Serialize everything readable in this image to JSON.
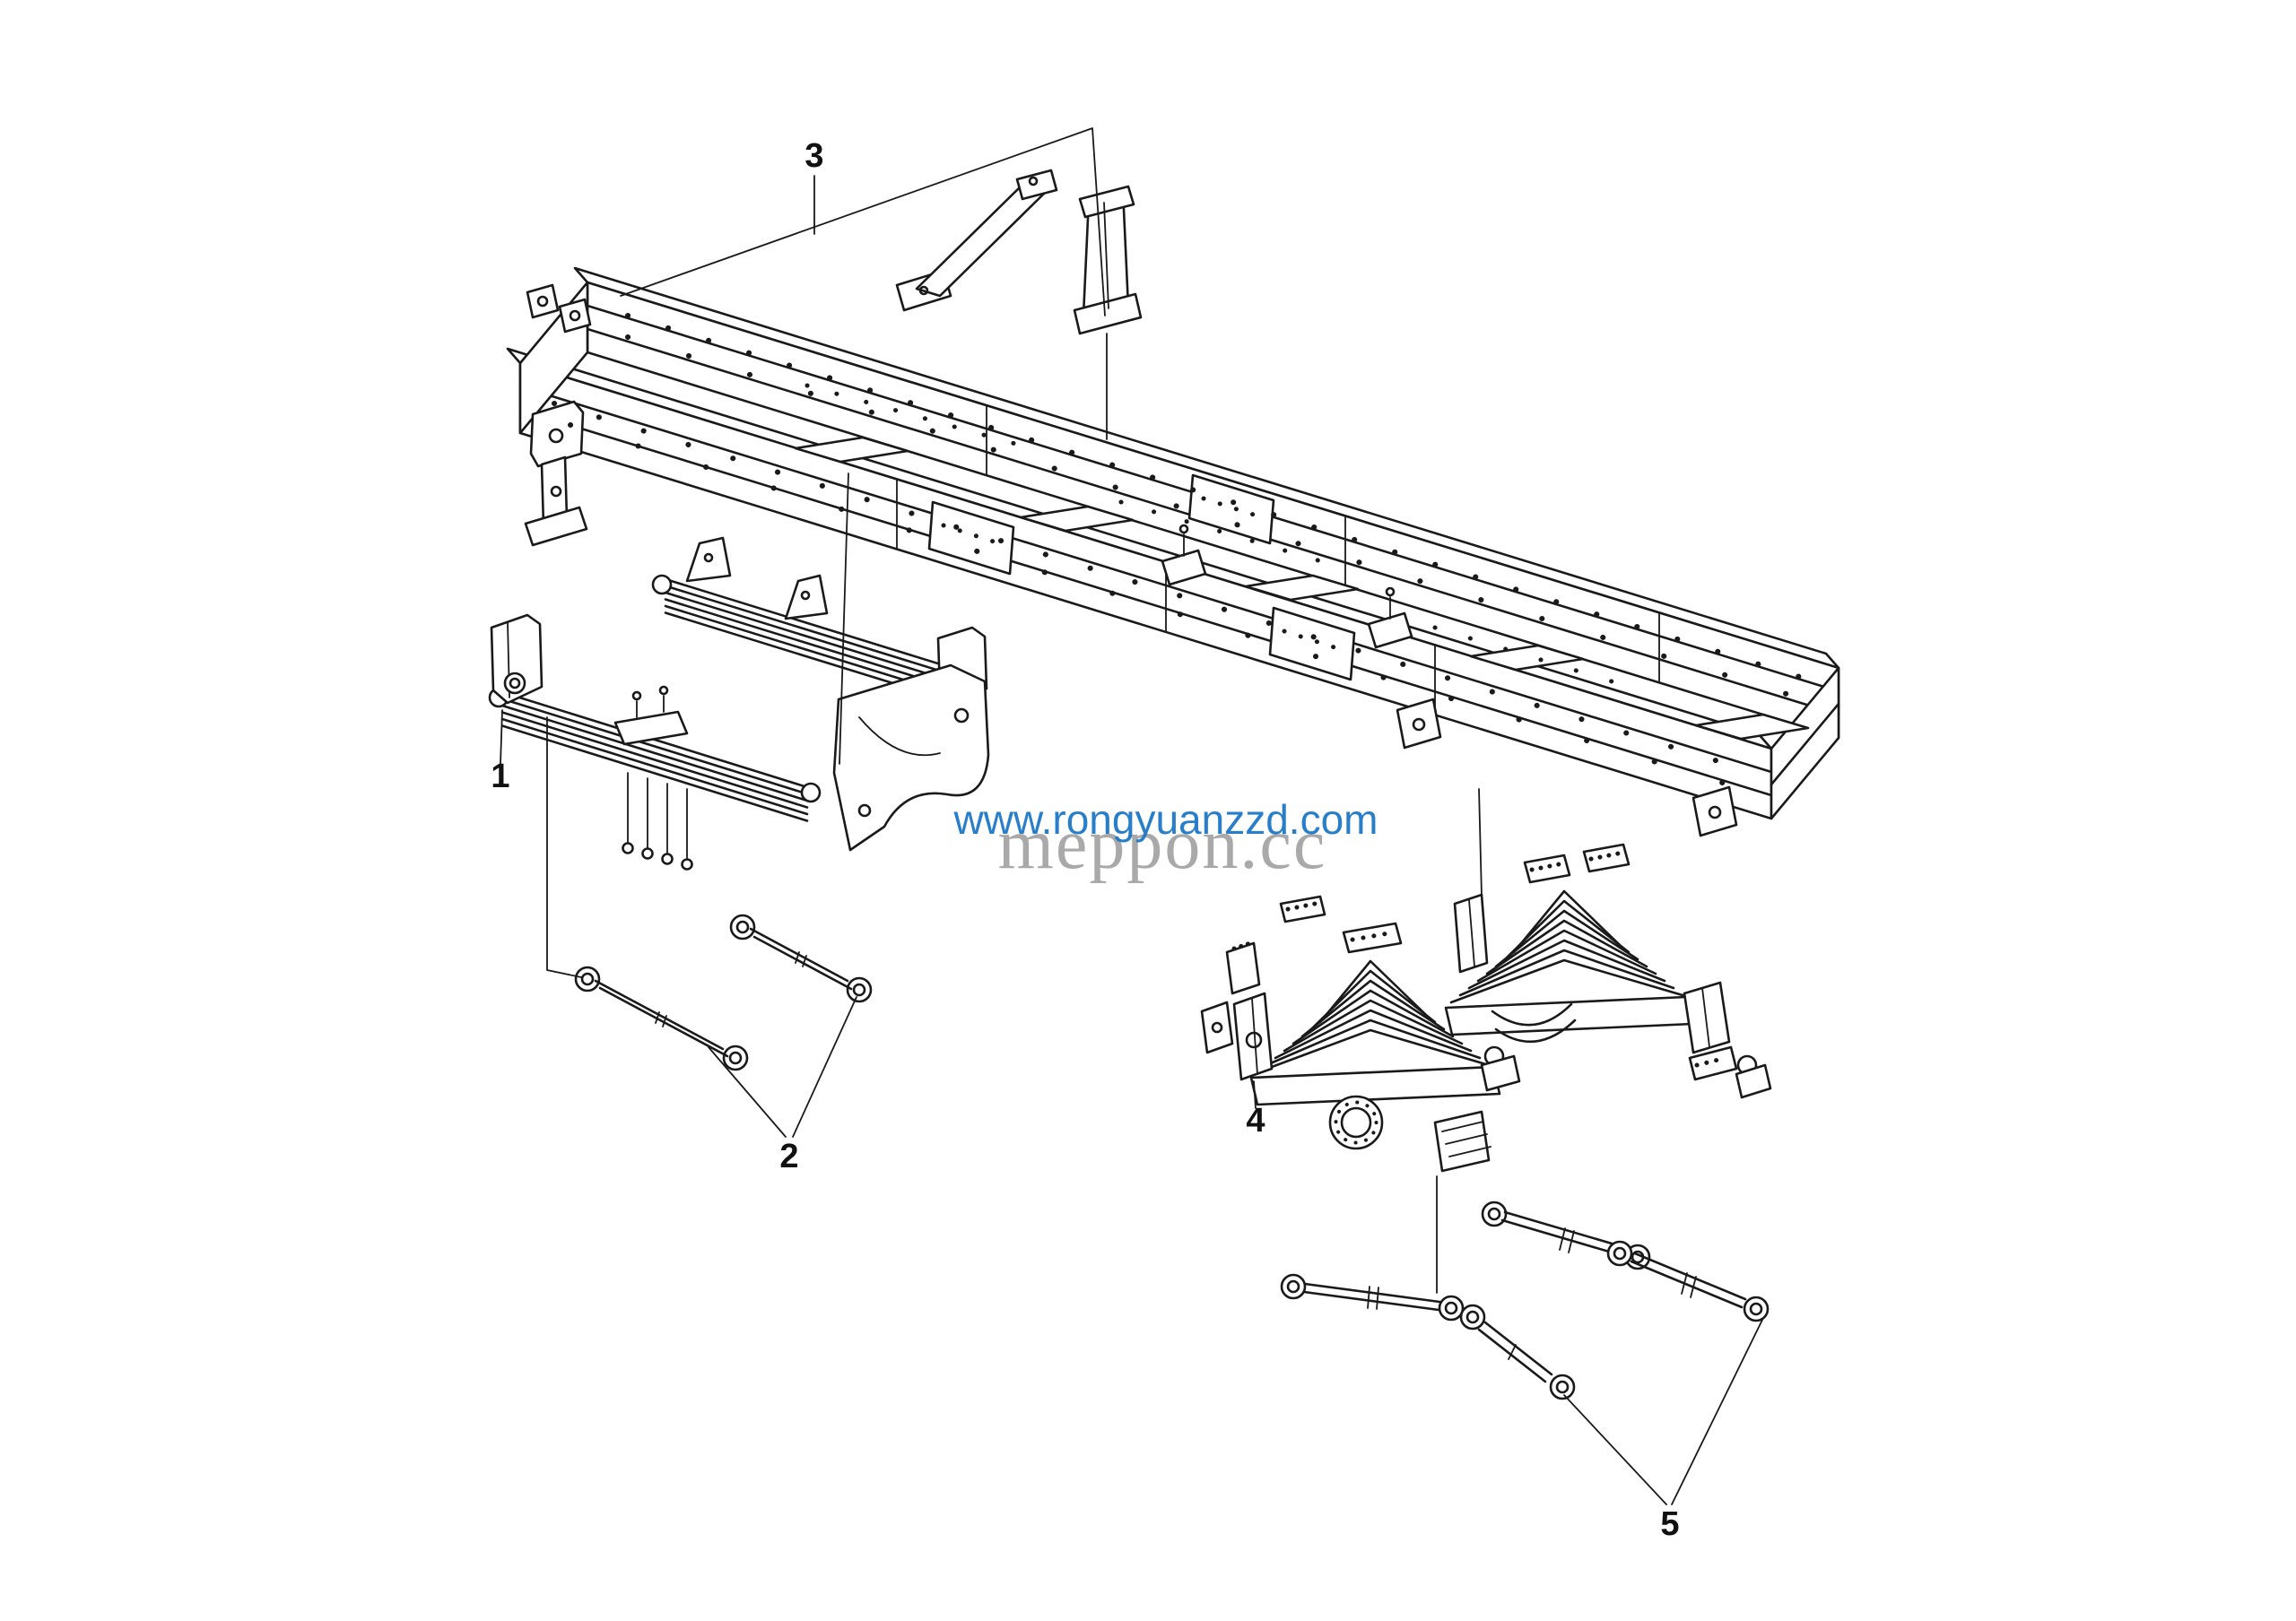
{
  "diagram": {
    "background_color": "#ffffff",
    "line_color": "#1a1a1a",
    "label_color": "#111111",
    "callouts": [
      {
        "number": "1"
      },
      {
        "number": "2"
      },
      {
        "number": "3"
      },
      {
        "number": "4"
      },
      {
        "number": "5"
      }
    ],
    "watermarks": {
      "primary": {
        "text": "www.rongyuanzzd.com",
        "color": "#1e78c8"
      },
      "secondary": {
        "text": "meppon.cc",
        "color": "#9b9b9b"
      }
    }
  }
}
